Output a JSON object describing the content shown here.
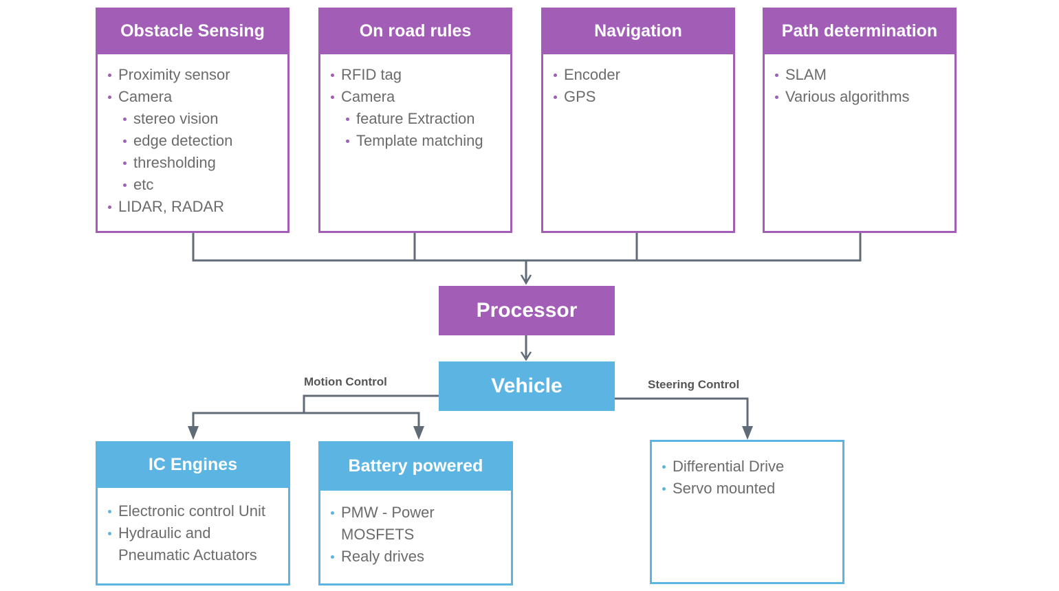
{
  "top_boxes": [
    {
      "title": "Obstacle Sensing",
      "items": [
        {
          "text": "Proximity sensor",
          "level": 1
        },
        {
          "text": "Camera",
          "level": 1
        },
        {
          "text": "stereo vision",
          "level": 2
        },
        {
          "text": "edge detection",
          "level": 2
        },
        {
          "text": "thresholding",
          "level": 2
        },
        {
          "text": "etc",
          "level": 2
        },
        {
          "text": "LIDAR, RADAR",
          "level": 1
        }
      ]
    },
    {
      "title": "On road rules",
      "items": [
        {
          "text": "RFID tag",
          "level": 1
        },
        {
          "text": "Camera",
          "level": 1
        },
        {
          "text": "feature Extraction",
          "level": 2
        },
        {
          "text": "Template matching",
          "level": 2
        }
      ]
    },
    {
      "title": "Navigation",
      "items": [
        {
          "text": "Encoder",
          "level": 1
        },
        {
          "text": "GPS",
          "level": 1
        }
      ]
    },
    {
      "title": "Path determination",
      "items": [
        {
          "text": "SLAM",
          "level": 1
        },
        {
          "text": "Various algorithms",
          "level": 1
        }
      ]
    }
  ],
  "processor": {
    "label": "Processor"
  },
  "vehicle": {
    "label": "Vehicle"
  },
  "edges": {
    "motion_label": "Motion Control",
    "steering_label": "Steering Control"
  },
  "bottom_boxes": [
    {
      "title": "IC Engines",
      "items": [
        {
          "text": "Electronic control Unit",
          "level": 1
        },
        {
          "text": "Hydraulic and\nPneumatic Actuators",
          "level": 1
        }
      ]
    },
    {
      "title": "Battery powered",
      "items": [
        {
          "text": "PMW - Power\nMOSFETS",
          "level": 1
        },
        {
          "text": "Realy drives",
          "level": 1
        }
      ]
    }
  ],
  "steering_box": {
    "items": [
      {
        "text": "Differential Drive",
        "level": 1
      },
      {
        "text": "Servo mounted",
        "level": 1
      }
    ]
  },
  "colors": {
    "purple": "#a25db7",
    "blue": "#5cb4e3",
    "connector": "#5f6b76"
  }
}
